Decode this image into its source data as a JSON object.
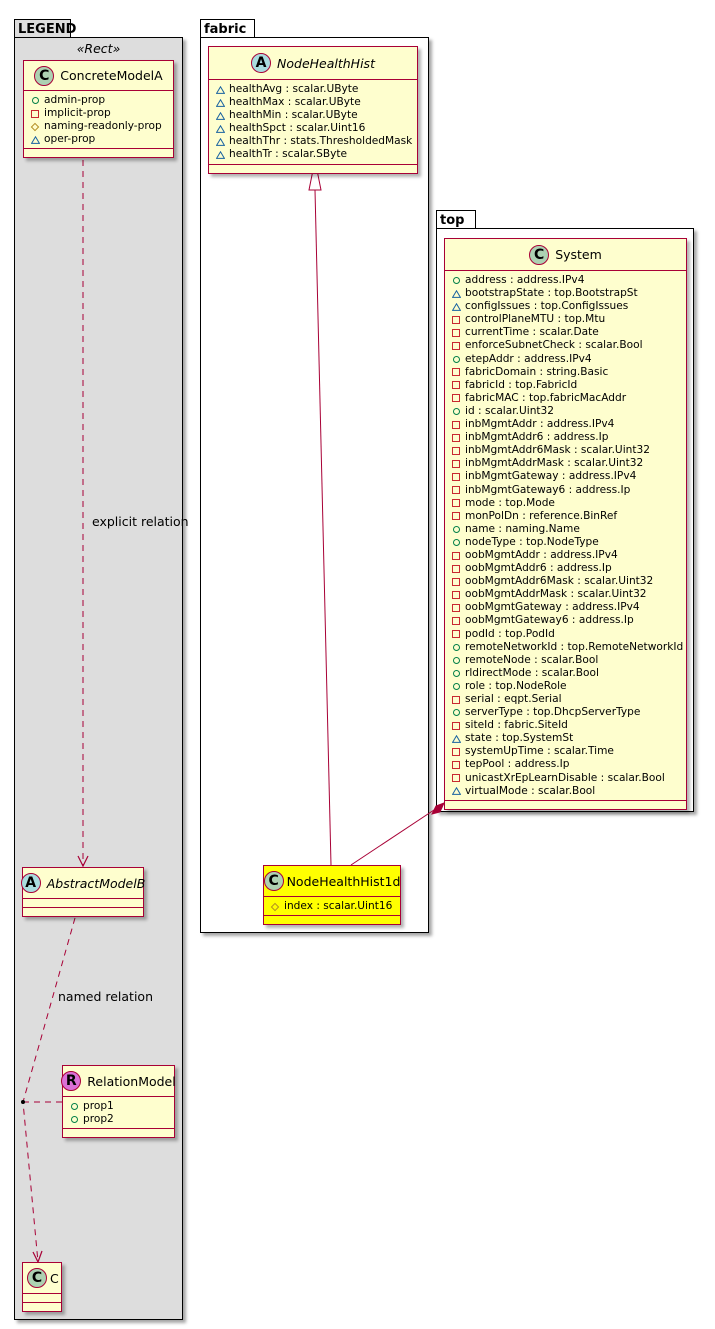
{
  "packages": {
    "legend": {
      "name": "LEGEND",
      "stereotype": "«Rect»"
    },
    "fabric": {
      "name": "fabric"
    },
    "top": {
      "name": "top"
    }
  },
  "classes": {
    "concrete_model_a": {
      "kind": "C",
      "name": "ConcreteModelA",
      "attributes": [
        {
          "visibility": "public",
          "text": "admin-prop"
        },
        {
          "visibility": "private",
          "text": "implicit-prop"
        },
        {
          "visibility": "protected",
          "text": "naming-readonly-prop"
        },
        {
          "visibility": "package",
          "text": "oper-prop"
        }
      ]
    },
    "abstract_model_b": {
      "kind": "A",
      "name": "AbstractModelB",
      "attributes": []
    },
    "relation_model": {
      "kind": "R",
      "name": "RelationModel",
      "attributes": [
        {
          "visibility": "public",
          "text": "prop1"
        },
        {
          "visibility": "public",
          "text": "prop2"
        }
      ]
    },
    "c": {
      "kind": "C",
      "name": "C",
      "attributes": []
    },
    "node_health_hist": {
      "kind": "A",
      "name": "NodeHealthHist",
      "attributes": [
        {
          "visibility": "package",
          "text": "healthAvg : scalar.UByte"
        },
        {
          "visibility": "package",
          "text": "healthMax : scalar.UByte"
        },
        {
          "visibility": "package",
          "text": "healthMin : scalar.UByte"
        },
        {
          "visibility": "package",
          "text": "healthSpct : scalar.Uint16"
        },
        {
          "visibility": "package",
          "text": "healthThr : stats.ThresholdedMask"
        },
        {
          "visibility": "package",
          "text": "healthTr : scalar.SByte"
        }
      ]
    },
    "node_health_hist_1d": {
      "kind": "C",
      "name": "NodeHealthHist1d",
      "highlight": "#ffff00",
      "attributes": [
        {
          "visibility": "protected",
          "text": "index : scalar.Uint16"
        }
      ]
    },
    "system": {
      "kind": "C",
      "name": "System",
      "attributes": [
        {
          "visibility": "public",
          "text": "address : address.IPv4"
        },
        {
          "visibility": "package",
          "text": "bootstrapState : top.BootstrapSt"
        },
        {
          "visibility": "package",
          "text": "configIssues : top.ConfigIssues"
        },
        {
          "visibility": "private",
          "text": "controlPlaneMTU : top.Mtu"
        },
        {
          "visibility": "private",
          "text": "currentTime : scalar.Date"
        },
        {
          "visibility": "private",
          "text": "enforceSubnetCheck : scalar.Bool"
        },
        {
          "visibility": "public",
          "text": "etepAddr : address.IPv4"
        },
        {
          "visibility": "private",
          "text": "fabricDomain : string.Basic"
        },
        {
          "visibility": "private",
          "text": "fabricId : top.FabricId"
        },
        {
          "visibility": "private",
          "text": "fabricMAC : top.fabricMacAddr"
        },
        {
          "visibility": "public",
          "text": "id : scalar.Uint32"
        },
        {
          "visibility": "private",
          "text": "inbMgmtAddr : address.IPv4"
        },
        {
          "visibility": "private",
          "text": "inbMgmtAddr6 : address.Ip"
        },
        {
          "visibility": "private",
          "text": "inbMgmtAddr6Mask : scalar.Uint32"
        },
        {
          "visibility": "private",
          "text": "inbMgmtAddrMask : scalar.Uint32"
        },
        {
          "visibility": "private",
          "text": "inbMgmtGateway : address.IPv4"
        },
        {
          "visibility": "private",
          "text": "inbMgmtGateway6 : address.Ip"
        },
        {
          "visibility": "private",
          "text": "mode : top.Mode"
        },
        {
          "visibility": "private",
          "text": "monPolDn : reference.BinRef"
        },
        {
          "visibility": "public",
          "text": "name : naming.Name"
        },
        {
          "visibility": "public",
          "text": "nodeType : top.NodeType"
        },
        {
          "visibility": "private",
          "text": "oobMgmtAddr : address.IPv4"
        },
        {
          "visibility": "private",
          "text": "oobMgmtAddr6 : address.Ip"
        },
        {
          "visibility": "private",
          "text": "oobMgmtAddr6Mask : scalar.Uint32"
        },
        {
          "visibility": "private",
          "text": "oobMgmtAddrMask : scalar.Uint32"
        },
        {
          "visibility": "private",
          "text": "oobMgmtGateway : address.IPv4"
        },
        {
          "visibility": "private",
          "text": "oobMgmtGateway6 : address.Ip"
        },
        {
          "visibility": "private",
          "text": "podId : top.PodId"
        },
        {
          "visibility": "public",
          "text": "remoteNetworkId : top.RemoteNetworkId"
        },
        {
          "visibility": "public",
          "text": "remoteNode : scalar.Bool"
        },
        {
          "visibility": "public",
          "text": "rldirectMode : scalar.Bool"
        },
        {
          "visibility": "public",
          "text": "role : top.NodeRole"
        },
        {
          "visibility": "private",
          "text": "serial : eqpt.Serial"
        },
        {
          "visibility": "public",
          "text": "serverType : top.DhcpServerType"
        },
        {
          "visibility": "private",
          "text": "siteId : fabric.SiteId"
        },
        {
          "visibility": "package",
          "text": "state : top.SystemSt"
        },
        {
          "visibility": "private",
          "text": "systemUpTime : scalar.Time"
        },
        {
          "visibility": "private",
          "text": "tepPool : address.Ip"
        },
        {
          "visibility": "private",
          "text": "unicastXrEpLearnDisable : scalar.Bool"
        },
        {
          "visibility": "package",
          "text": "virtualMode : scalar.Bool"
        }
      ]
    }
  },
  "relations": {
    "explicit": {
      "from": "ConcreteModelA",
      "to": "AbstractModelB",
      "style": "dashed-arrow",
      "label": "explicit relation"
    },
    "named": {
      "from": "AbstractModelB",
      "to": "C",
      "style": "dashed-arrow",
      "label": "named relation",
      "association_class": "RelationModel"
    },
    "inheritance": {
      "from": "NodeHealthHist1d",
      "to": "NodeHealthHist",
      "style": "generalization"
    },
    "composition": {
      "from": "System",
      "to": "NodeHealthHist1d",
      "style": "composition"
    }
  },
  "colors": {
    "class_fill": "#fefece",
    "class_border": "#a80036",
    "highlight_fill": "#ffff00",
    "legend_fill": "#dddddd",
    "badge_class": "#add1b2",
    "badge_abstract": "#a9dcdf",
    "badge_relation": "#da70d6",
    "vis_public": "#038048",
    "vis_private": "#c82930",
    "vis_protected": "#b38d22",
    "vis_package": "#1963a0"
  }
}
